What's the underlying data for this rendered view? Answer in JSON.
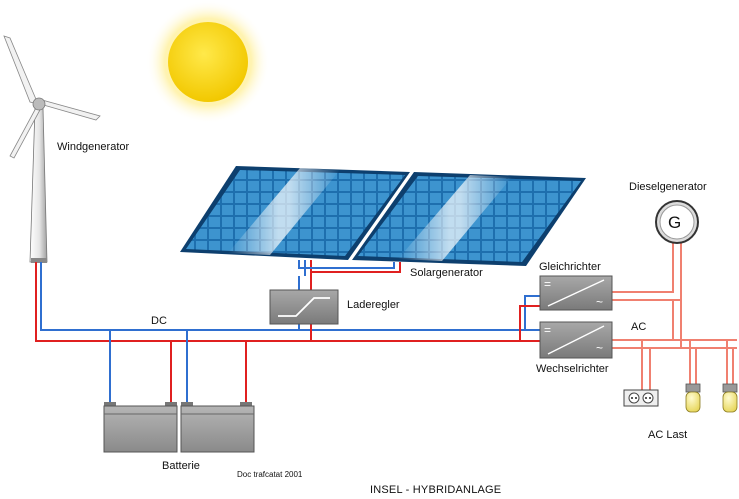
{
  "labels": {
    "wind": "Windgenerator",
    "solar": "Solargenerator",
    "charge_controller": "Laderegler",
    "diesel": "Dieselgenerator",
    "generator_symbol": "G",
    "rectifier": "Gleichrichter",
    "inverter": "Wechselrichter",
    "dc": "DC",
    "ac": "AC",
    "ac_load": "AC Last",
    "battery": "Batterie",
    "credit": "Doc trafcatat 2001",
    "title": "INSEL - HYBRIDANLAGE",
    "rect_dc_sign": "=",
    "rect_ac_sign": "~",
    "inv_dc_sign": "=",
    "inv_ac_sign": "~"
  },
  "colors": {
    "dc_positive": "#e02020",
    "dc_negative": "#2f6fd0",
    "ac_line": "#f08070",
    "box_fill": "#8c8c8c",
    "panel_blue": "#1f78b4",
    "sun": "#f5d90a"
  }
}
